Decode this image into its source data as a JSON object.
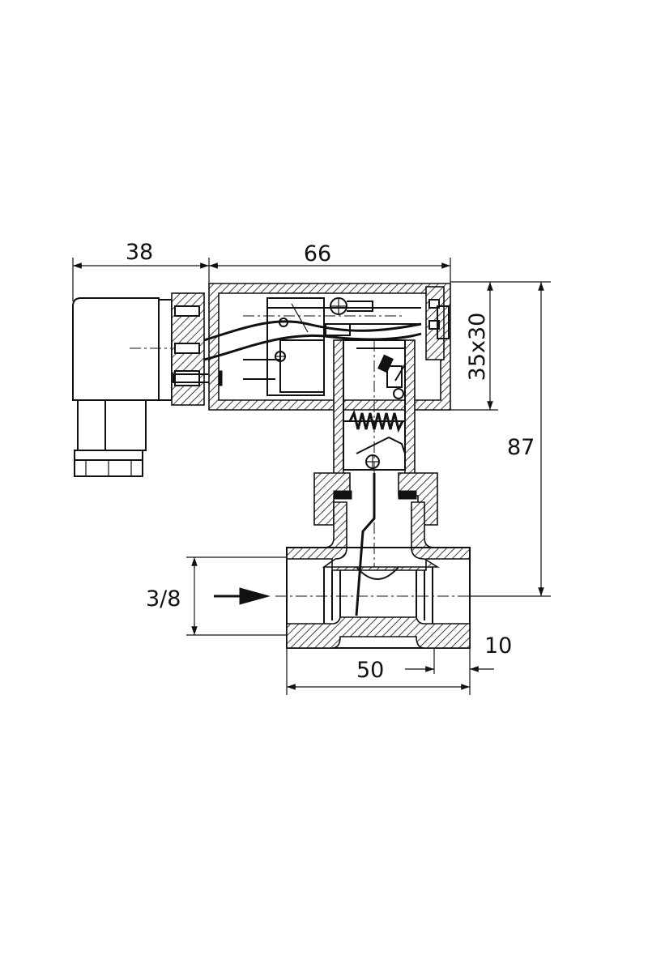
{
  "dimensions": {
    "connector_width": "38",
    "housing_width": "66",
    "housing_section": "35x30",
    "overall_height": "87",
    "port_thread": "3/8",
    "body_length": "50",
    "thread_depth": "10"
  }
}
